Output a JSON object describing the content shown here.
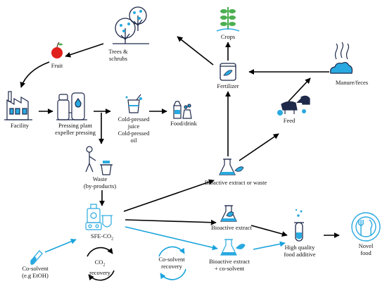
{
  "colors": {
    "dark": "#1f2a4a",
    "accent": "#29a9e0",
    "fruit_red": "#e0201b",
    "plant_green": "#4caf50",
    "arrow_black": "#000000",
    "arrow_blue": "#1aa3dd"
  },
  "labels": {
    "trees": "Trees &",
    "shrubs": "schrubs",
    "crops": "Crops",
    "fruit": "Fruit",
    "fertilizer": "Fertilizer",
    "manure": "Manure/feces",
    "facility": "Facility",
    "pressing1": "Pressing plant",
    "pressing2": "expeller pressing",
    "cold1": "Cold-pressed",
    "cold2": "juice",
    "cold3": "Cold-pressed",
    "cold4": "oil",
    "food_drink": "Food/drink",
    "feed": "Feed",
    "waste1": "Waste",
    "waste2": "(by-products)",
    "bio_waste": "Bioactive extract or waste",
    "sfe": "SFE-CO",
    "sfe_sub": "2",
    "bio_extract": "Bioactive extract",
    "high1": "High quality",
    "high2": "food additive",
    "novel1": "Novel",
    "novel2": "food",
    "cosolvent1": "Co-solvent",
    "cosolvent2": "(e.g EtOH)",
    "co2_a": "CO",
    "co2_sub": "2",
    "co2_b": "recovery",
    "cosolv_rec1": "Co-solvent",
    "cosolv_rec2": "recovery",
    "bio_co1": "Bioactive extract",
    "bio_co2": "+ co-solvent"
  },
  "icons": [
    "trees-icon",
    "crops-icon",
    "fruit-icon",
    "fertilizer-icon",
    "manure-icon",
    "facility-icon",
    "pressing-plant-icon",
    "cold-pressed-icon",
    "food-drink-icon",
    "feed-animals-icon",
    "waste-bin-icon",
    "bioactive-flask-icon",
    "sfe-co2-icon",
    "high-quality-tube-icon",
    "novel-food-plate-icon",
    "co-solvent-tube-icon",
    "co2-recovery-cycle-icon",
    "co-solvent-recovery-cycle-icon"
  ]
}
